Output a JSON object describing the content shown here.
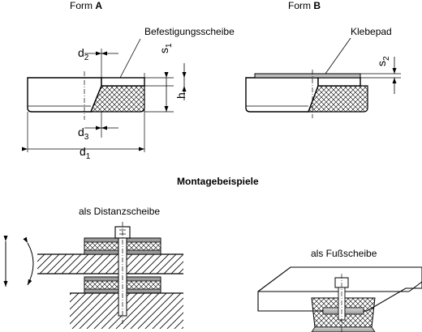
{
  "form_a": {
    "prefix": "Form",
    "letter": "A",
    "callout": "Befestigungsscheibe",
    "dim": {
      "d2": {
        "base": "d",
        "sub": "2"
      },
      "s1": {
        "base": "s",
        "sub": "1"
      },
      "h": "h",
      "d3": {
        "base": "d",
        "sub": "3"
      },
      "d1": {
        "base": "d",
        "sub": "1"
      }
    }
  },
  "form_b": {
    "prefix": "Form",
    "letter": "B",
    "callout": "Klebepad",
    "dim": {
      "s2": {
        "base": "s",
        "sub": "2"
      }
    }
  },
  "examples": {
    "heading": "Montagebeispiele",
    "spacer_title": "als Distanzscheibe",
    "foot_title": "als Fußscheibe"
  }
}
